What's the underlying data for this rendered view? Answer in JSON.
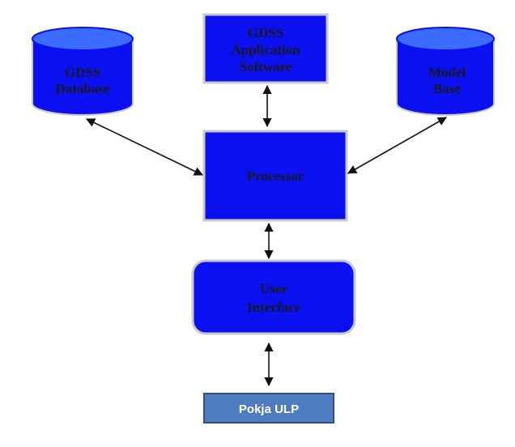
{
  "colors": {
    "node_fill": "#0a10f0",
    "node_stroke": "#c8c8c8",
    "cylinder_top": "#3b6cff",
    "button_fill": "#4f7cc0",
    "button_stroke": "#2c4f85",
    "arrow": "#111111"
  },
  "nodes": {
    "gdss_database": {
      "line1": "GDSS",
      "line2": "Database"
    },
    "gdss_app": {
      "line1": "GDSS",
      "line2": "Application",
      "line3": "Software"
    },
    "model_base": {
      "line1": "Model",
      "line2": "Base"
    },
    "processor": {
      "label": "Processor"
    },
    "user_interface": {
      "line1": "User",
      "line2": "Interface"
    },
    "pokja": {
      "label": "Pokja ULP"
    }
  }
}
